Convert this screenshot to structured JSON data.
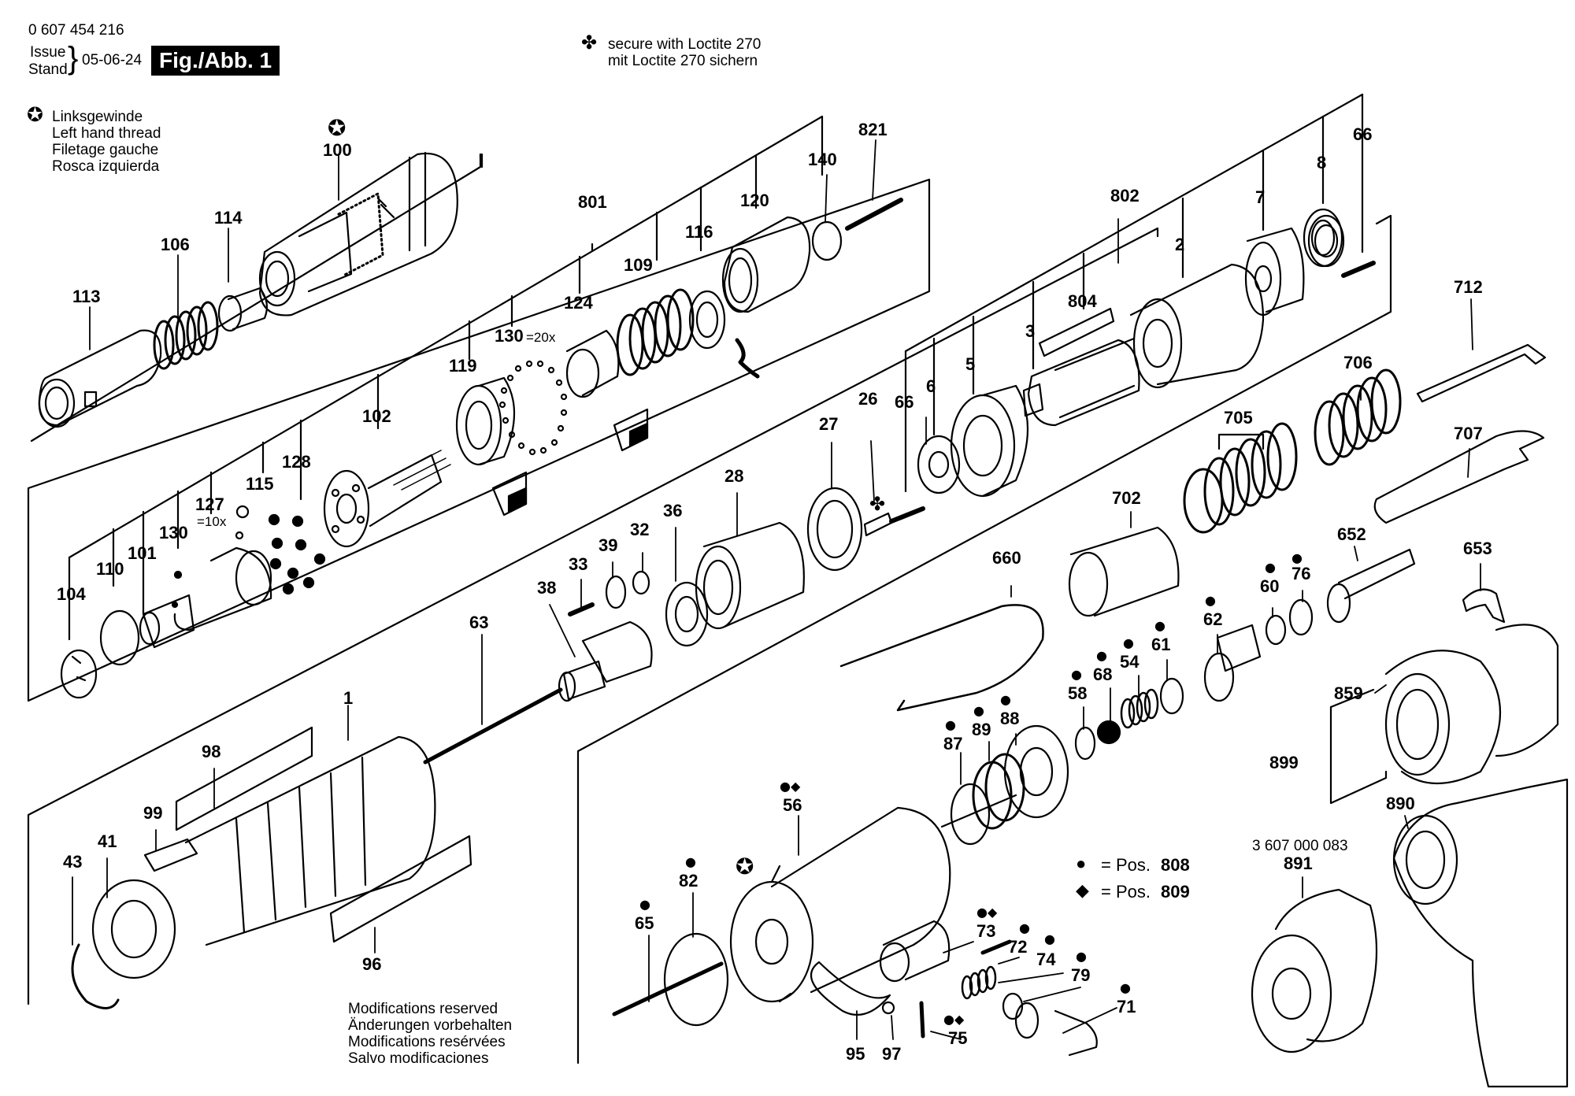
{
  "header": {
    "part_number": "0 607 454 216",
    "issue_label": "Issue",
    "stand_label": "Stand",
    "date": "05-06-24",
    "figure": "Fig./Abb. 1"
  },
  "loctite_note": {
    "symbol": "✤",
    "line1": "secure with Loctite 270",
    "line2": "mit Loctite 270 sichern"
  },
  "left_thread_note": {
    "symbol": "✪",
    "lines": [
      "Linksgewinde",
      "Left hand thread",
      "Filetage gauche",
      "Rosca izquierda"
    ]
  },
  "modifications_note": {
    "lines": [
      "Modifications reserved",
      "Änderungen vorbehalten",
      "Modifications resérvées",
      "Salvo modificaciones"
    ]
  },
  "legend": {
    "dot_text": "= Pos.",
    "dot_value": "808",
    "diamond_text": "= Pos.",
    "diamond_value": "809"
  },
  "accessory_number": "3 607 000 083",
  "part_labels": {
    "p100": "100",
    "p114": "114",
    "p106": "106",
    "p113": "113",
    "p801": "801",
    "p140": "140",
    "p821": "821",
    "p120": "120",
    "p116": "116",
    "p109": "109",
    "p124": "124",
    "p130a": "130",
    "p130a_qty": "=20x",
    "p119": "119",
    "p102": "102",
    "p128": "128",
    "p115": "115",
    "p127": "127",
    "p127_qty": "=10x",
    "p130b": "130",
    "p101": "101",
    "p110": "110",
    "p104": "104",
    "p802": "802",
    "p66a": "66",
    "p8": "8",
    "p7": "7",
    "p2": "2",
    "p804": "804",
    "p3": "3",
    "p5": "5",
    "p6": "6",
    "p66b": "66",
    "p26": "26",
    "p27": "27",
    "p28": "28",
    "p36": "36",
    "p32": "32",
    "p39": "39",
    "p33": "33",
    "p38": "38",
    "p63": "63",
    "p1": "1",
    "p98": "98",
    "p99": "99",
    "p41": "41",
    "p43": "43",
    "p96": "96",
    "p712": "712",
    "p706": "706",
    "p705": "705",
    "p707": "707",
    "p702": "702",
    "p652": "652",
    "p653": "653",
    "p76": "76",
    "p60": "60",
    "p62": "62",
    "p61": "61",
    "p54": "54",
    "p68": "68",
    "p58": "58",
    "p660": "660",
    "p88": "88",
    "p89": "89",
    "p87": "87",
    "p56": "56",
    "p82": "82",
    "p65": "65",
    "p73": "73",
    "p72": "72",
    "p74": "74",
    "p79": "79",
    "p71": "71",
    "p75": "75",
    "p95": "95",
    "p97": "97",
    "p859": "859",
    "p899": "899",
    "p890": "890",
    "p891": "891"
  }
}
